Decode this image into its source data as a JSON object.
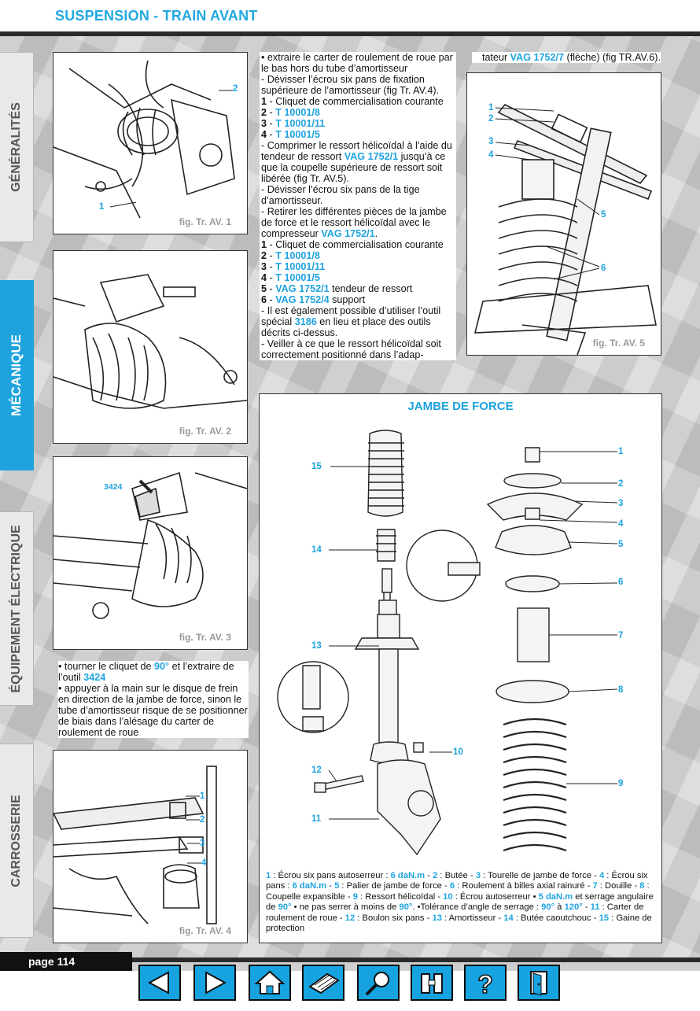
{
  "header": {
    "title": "SUSPENSION - TRAIN AVANT"
  },
  "tabs": [
    {
      "label": "GÉNÉRALITÉS"
    },
    {
      "label": "MÉCANIQUE"
    },
    {
      "label": "ÉQUIPEMENT ÉLECTRIQUE"
    },
    {
      "label": "CARROSSERIE"
    }
  ],
  "figures": {
    "av1": {
      "caption": "fig. Tr. AV. 1",
      "callouts": [
        "2",
        "1"
      ]
    },
    "av2": {
      "caption": "fig. Tr. AV. 2"
    },
    "av3": {
      "caption": "fig. Tr. AV. 3",
      "callout": "3424"
    },
    "av4": {
      "caption": "fig. Tr. AV. 4",
      "callouts": [
        "1",
        "2",
        "3",
        "4"
      ]
    },
    "av5": {
      "caption": "fig. Tr. AV. 5",
      "callouts": [
        "1",
        "2",
        "3",
        "4",
        "5",
        "6"
      ]
    }
  },
  "left_text": {
    "b1_a": "• tourner le cliquet de ",
    "b1_v1": "90°",
    "b1_b": " et l’extraire de l’outil ",
    "b1_v2": "3424",
    "b2": "• appuyer à la main sur le disque de frein en direction de la jambe de force, sinon le tube d’amortisseur risque de se positionner de biais dans l’alésage du carter de roulement de roue"
  },
  "mid_text": {
    "p1": "• extraire le carter de roulement de roue par le bas hors du tube d’amortisseur",
    "p2": "- Dévisser l’écrou six pans de fixation supérieure de l’amortisseur (fig Tr. AV.4).",
    "l1n": "1",
    "l1": " - Cliquet de commercialisation courante",
    "l2n": "2",
    "l2v": "T 10001/8",
    "l3n": "3",
    "l3v": "T 10001/11",
    "l4n": "4",
    "l4v": "T 10001/5",
    "p3a": "- Comprimer le ressort hélicoïdal à l’aide du tendeur de ressort ",
    "p3v": "VAG 1752/1",
    "p3b": " jusqu’à ce que la coupelle supérieure de ressort soit libérée (fig Tr. AV.5).",
    "p4": "- Dévisser l’écrou six pans de la tige d’amortisseur.",
    "p5a": "- Retirer les différentes pièces de la jambe de force et le ressort hélicoïdal avec le compresseur ",
    "p5v": "VAG 1752/1",
    "m1n": "1",
    "m1": " - Cliquet de commercialisation courante",
    "m2n": "2",
    "m2v": "T 10001/8",
    "m3n": "3",
    "m3v": "T 10001/11",
    "m4n": "4",
    "m4v": "T 10001/5",
    "m5n": "5",
    "m5v": "VAG 1752/1",
    "m5t": " tendeur de ressort",
    "m6n": "6",
    "m6v": "VAG 1752/4",
    "m6t": " support",
    "p6a": "- Il est également possible d’utiliser l’outil spécial ",
    "p6v": "3186",
    "p6b": " en lieu et place des outils décrits ci-dessus.",
    "p7": "- Veiller à ce que le ressort hélicoïdal soit correctement positionné dans l’adap-"
  },
  "right_text": {
    "a": "tateur ",
    "v": "VAG 1752/7",
    "b": " (flèche) (fig TR.AV.6)."
  },
  "jambe": {
    "title": "JAMBE DE FORCE",
    "labels": [
      "1",
      "2",
      "3",
      "4",
      "5",
      "6",
      "7",
      "8",
      "9",
      "10",
      "11",
      "12",
      "13",
      "14",
      "15"
    ],
    "legend": [
      {
        "t": "1",
        "h": 1
      },
      {
        "t": " : Écrou six pans autoserreur : "
      },
      {
        "t": "6 daN.m",
        "h": 1
      },
      {
        "t": " - "
      },
      {
        "t": "2",
        "h": 1
      },
      {
        "t": " : Butée - "
      },
      {
        "t": "3",
        "h": 1
      },
      {
        "t": " : Tourelle de jambe de force - "
      },
      {
        "t": "4",
        "h": 1
      },
      {
        "t": " : Écrou six pans : "
      },
      {
        "t": "6 daN.m",
        "h": 1
      },
      {
        "t": " - "
      },
      {
        "t": "5",
        "h": 1
      },
      {
        "t": " : Palier de jambe de force - "
      },
      {
        "t": "6",
        "h": 1
      },
      {
        "t": " : Roulement à billes axial rainuré - "
      },
      {
        "t": "7",
        "h": 1
      },
      {
        "t": " : Douille - "
      },
      {
        "t": "8",
        "h": 1
      },
      {
        "t": " : Coupelle expansible - "
      },
      {
        "t": "9",
        "h": 1
      },
      {
        "t": " : Ressort hélicoïdal - "
      },
      {
        "t": "10",
        "h": 1
      },
      {
        "t": " : Écrou autoserreur • "
      },
      {
        "t": "5 daN.m",
        "h": 1
      },
      {
        "t": " et serrage angulaire de "
      },
      {
        "t": "90°",
        "h": 1
      },
      {
        "t": " • ne pas serrer à moins de "
      },
      {
        "t": "90°",
        "h": 1
      },
      {
        "t": ". •Tolérance d’angle de serrage : "
      },
      {
        "t": "90°",
        "h": 1
      },
      {
        "t": " à "
      },
      {
        "t": "120°",
        "h": 1
      },
      {
        "t": " - "
      },
      {
        "t": "11",
        "h": 1
      },
      {
        "t": " : Carter de roulement de roue - "
      },
      {
        "t": "12",
        "h": 1
      },
      {
        "t": " : Boulon six pans - "
      },
      {
        "t": "13",
        "h": 1
      },
      {
        "t": " : Amortisseur - "
      },
      {
        "t": "14",
        "h": 1
      },
      {
        "t": " : Butée caoutchouc - "
      },
      {
        "t": "15",
        "h": 1
      },
      {
        "t": " : Gaine de protection"
      }
    ]
  },
  "footer": {
    "page": "page 114"
  },
  "nav_icons": [
    "arrow-left-icon",
    "arrow-right-icon",
    "home-icon",
    "print-icon",
    "search-icon",
    "binoculars-icon",
    "help-icon",
    "exit-icon"
  ]
}
